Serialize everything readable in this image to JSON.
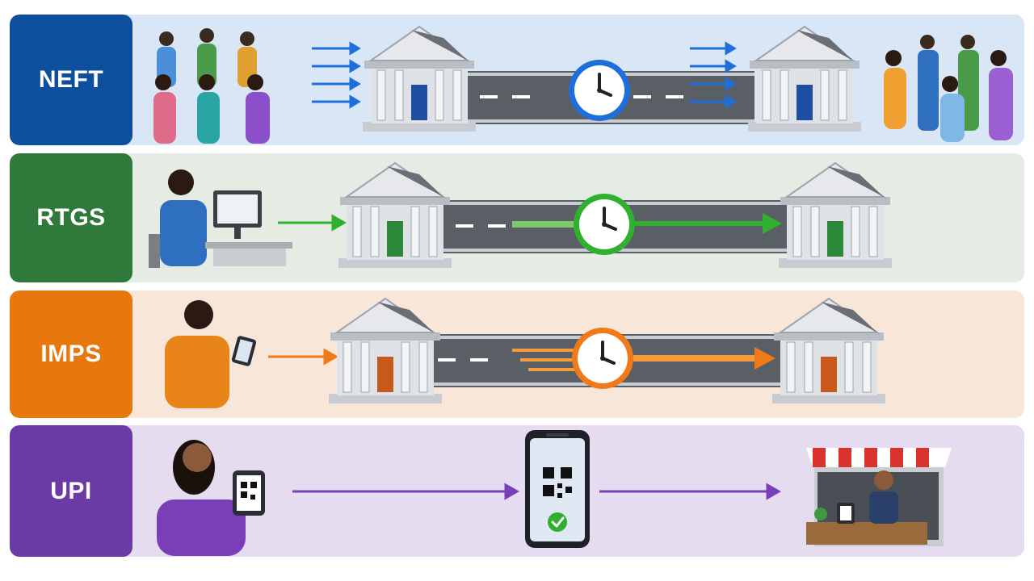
{
  "rows": [
    {
      "label": "NEFT",
      "color": "#0d4f9c",
      "bg": "#d9e6f5",
      "accent": "#1e6fd9",
      "door": "#1f4fa3"
    },
    {
      "label": "RTGS",
      "color": "#2f7a3a",
      "bg": "#e4ece4",
      "accent": "#2fb12f",
      "door": "#2b8a3a"
    },
    {
      "label": "IMPS",
      "color": "#e8780e",
      "bg": "#f8e6d8",
      "accent": "#f07a1a",
      "door": "#c75a1a"
    },
    {
      "label": "UPI",
      "color": "#6b3aa5",
      "bg": "#e6dcef",
      "accent": "#7a3fb8",
      "door": "#6b3aa5"
    }
  ]
}
